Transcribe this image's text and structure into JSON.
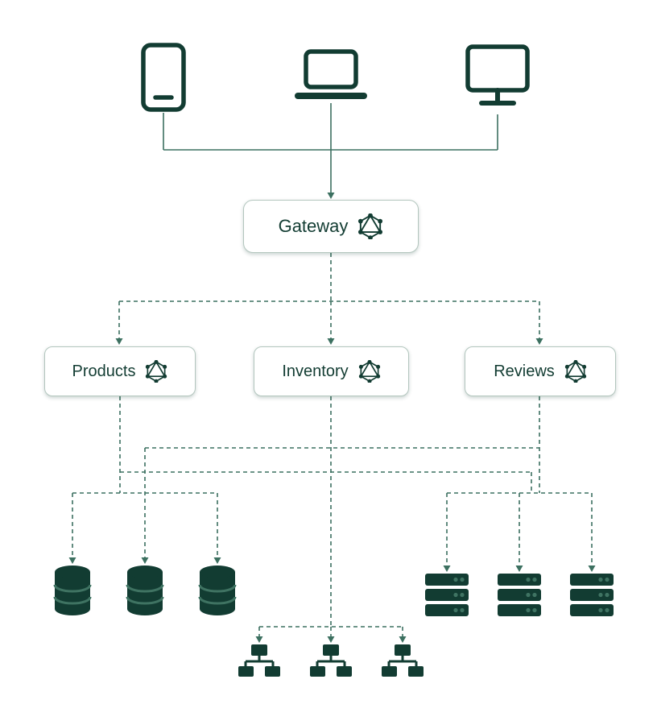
{
  "colors": {
    "primary": "#123c32",
    "connector": "#3c7060",
    "node_background": "#ffffff",
    "node_border": "#b3c6be"
  },
  "nodes": {
    "gateway": {
      "label": "Gateway",
      "icon": "graphql-icon"
    },
    "services": [
      {
        "label": "Products",
        "icon": "graphql-icon"
      },
      {
        "label": "Inventory",
        "icon": "graphql-icon"
      },
      {
        "label": "Reviews",
        "icon": "graphql-icon"
      }
    ]
  },
  "icons": {
    "clients": [
      "tablet-icon",
      "laptop-icon",
      "desktop-icon"
    ],
    "products_backends": [
      "database-icon",
      "database-icon",
      "database-icon"
    ],
    "inventory_backends": [
      "network-icon",
      "network-icon",
      "network-icon"
    ],
    "reviews_backends": [
      "server-icon",
      "server-icon",
      "server-icon"
    ]
  }
}
